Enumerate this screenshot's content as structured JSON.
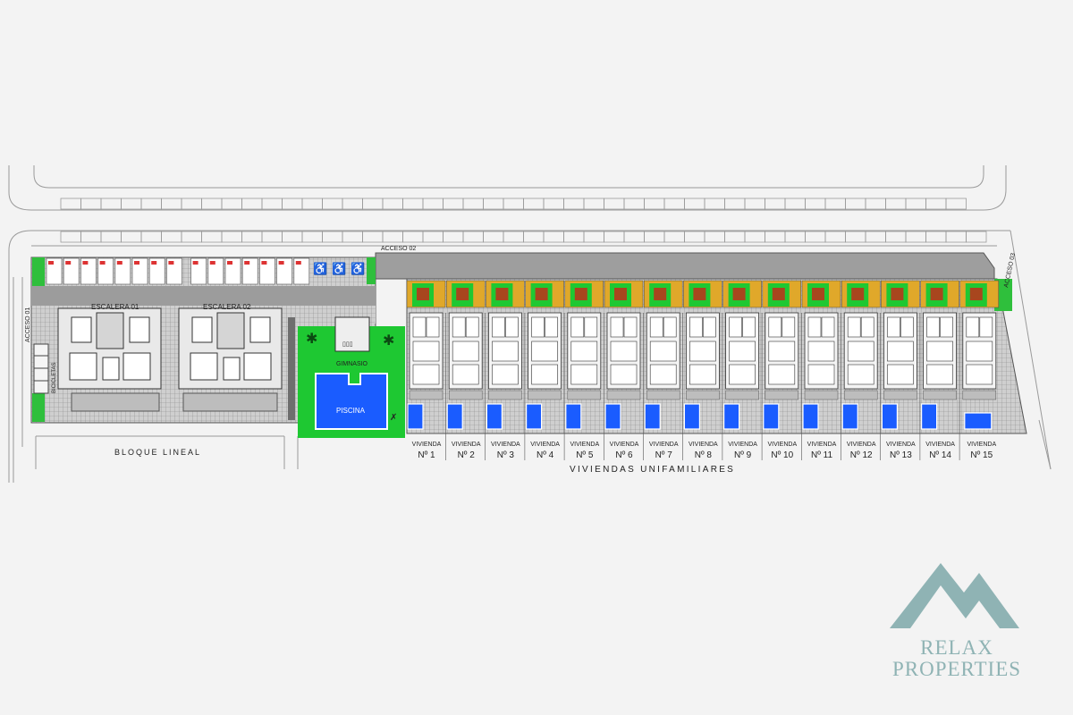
{
  "labels": {
    "acceso_01": "ACCESO 01",
    "acceso_02": "ACCESO 02",
    "acceso_03": "ACCESO 03",
    "bicicletas": "BICICLETAS",
    "escalera_01": "ESCALERA 01",
    "escalera_02": "ESCALERA 02",
    "gimnasio": "GIMNASIO",
    "piscina": "PISCINA",
    "bloque_lineal": "BLOQUE LINEAL",
    "viviendas_unifamiliares": "VIVIENDAS UNIFAMILIARES"
  },
  "houses": [
    {
      "line1": "VIVIENDA",
      "line2": "Nº 1"
    },
    {
      "line1": "VIVIENDA",
      "line2": "Nº 2"
    },
    {
      "line1": "VIVIENDA",
      "line2": "Nº 3"
    },
    {
      "line1": "VIVIENDA",
      "line2": "Nº 4"
    },
    {
      "line1": "VIVIENDA",
      "line2": "Nº 5"
    },
    {
      "line1": "VIVIENDA",
      "line2": "Nº 6"
    },
    {
      "line1": "VIVIENDA",
      "line2": "Nº 7"
    },
    {
      "line1": "VIVIENDA",
      "line2": "Nº 8"
    },
    {
      "line1": "VIVIENDA",
      "line2": "Nº 9"
    },
    {
      "line1": "VIVIENDA",
      "line2": "Nº 10"
    },
    {
      "line1": "VIVIENDA",
      "line2": "Nº 11"
    },
    {
      "line1": "VIVIENDA",
      "line2": "Nº 12"
    },
    {
      "line1": "VIVIENDA",
      "line2": "Nº 13"
    },
    {
      "line1": "VIVIENDA",
      "line2": "Nº 14"
    },
    {
      "line1": "VIVIENDA",
      "line2": "Nº 15"
    }
  ],
  "logo": {
    "line1": "RELAX",
    "line2": "PROPERTIES",
    "color": "#8fb3b4"
  },
  "colors": {
    "pool": "#1a5cff",
    "garden": "#1ec832",
    "patio": "#e0a82a",
    "roof": "#a8461e",
    "paving": "#a9a9a9"
  }
}
